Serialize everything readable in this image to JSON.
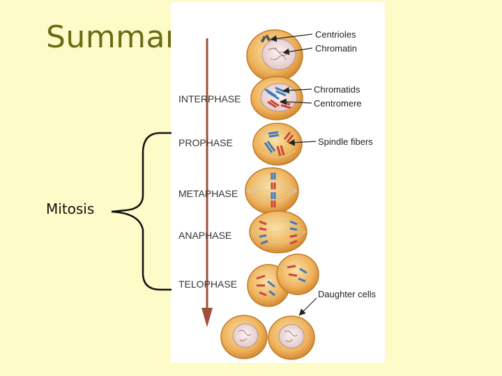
{
  "title": "Summary",
  "group_label": "Mitosis",
  "phases": [
    "INTERPHASE",
    "PROPHASE",
    "METAPHASE",
    "ANAPHASE",
    "TELOPHASE"
  ],
  "callouts": {
    "centrioles": "Centrioles",
    "chromatin": "Chromatin",
    "chromatids": "Chromatids",
    "centromere": "Centromere",
    "spindle_fibers": "Spindle fibers",
    "daughter_cells": "Daughter cells"
  },
  "colors": {
    "background": "#fdfbc8",
    "title": "#6b6b14",
    "arrow": "#a0503a",
    "cell": "#e9a84a",
    "chromosome_blue": "#3f7ab8",
    "chromosome_red": "#c8453a"
  }
}
